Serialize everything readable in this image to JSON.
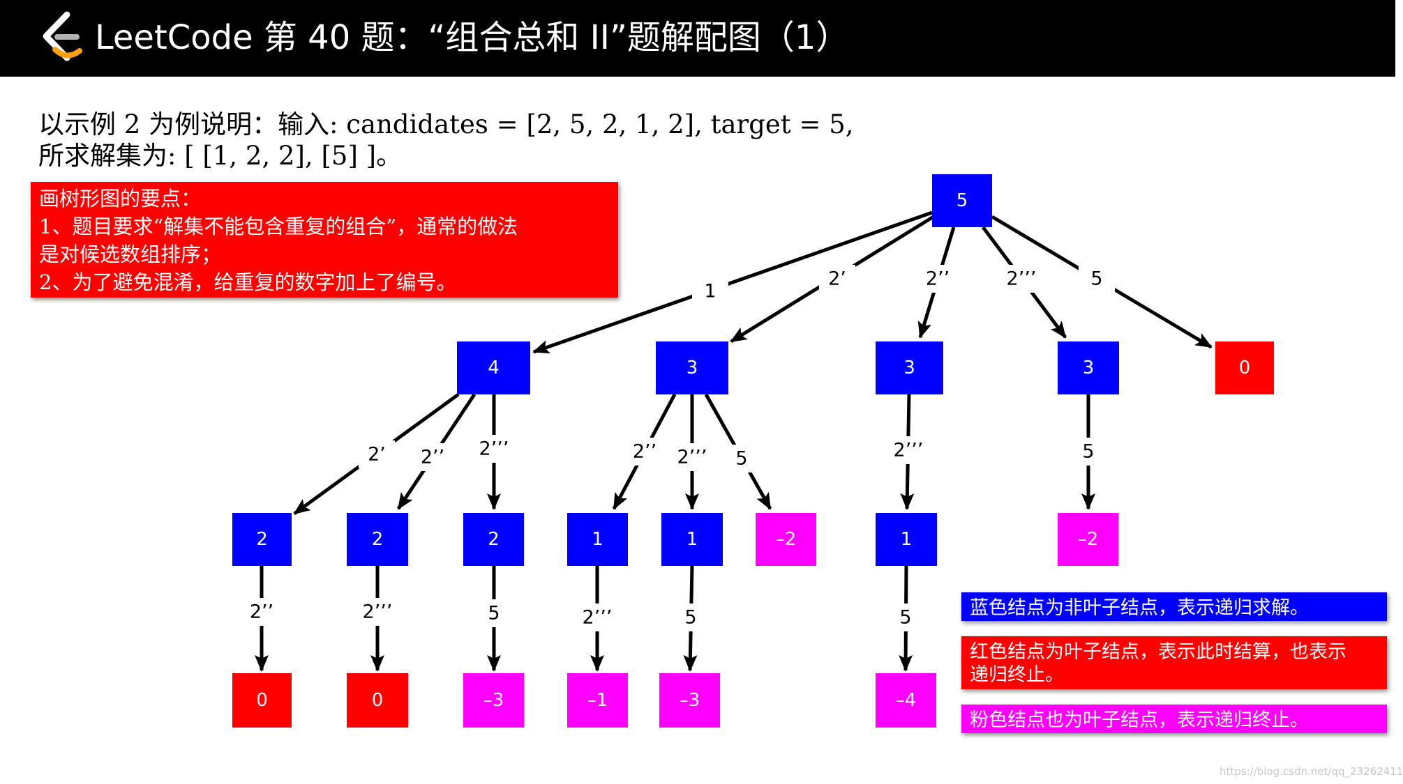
{
  "header": {
    "title": "LeetCode 第 40 题：“组合总和 II”题解配图（1）"
  },
  "intro": {
    "line1": "以示例 2 为例说明：输入: candidates = [2, 5, 2, 1, 2], target = 5,",
    "line2": "所求解集为: [ [1, 2, 2],  [5] ]。"
  },
  "key_points": {
    "line1": "画树形图的要点：",
    "line2": "1、题目要求“解集不能包含重复的组合”，通常的做法",
    "line3": "是对候选数组排序；",
    "line4": "2、为了避免混淆，给重复的数字加上了编号。"
  },
  "legend": {
    "blue": "蓝色结点为非叶子结点，表示递归求解。",
    "red_line1": "红色结点为叶子结点，表示此时结算，也表示",
    "red_line2": "递归终止。",
    "pink": "粉色结点也为叶子结点，表示递归终止。"
  },
  "colors": {
    "internal": "#0000ff",
    "leaf_zero": "#ff0000",
    "leaf_negative": "#ff00ff"
  },
  "tree": {
    "nodes": [
      {
        "id": "root",
        "value": "5",
        "kind": "internal"
      },
      {
        "id": "a",
        "value": "4",
        "kind": "internal"
      },
      {
        "id": "b",
        "value": "3",
        "kind": "internal"
      },
      {
        "id": "c",
        "value": "3",
        "kind": "internal"
      },
      {
        "id": "d",
        "value": "3",
        "kind": "internal"
      },
      {
        "id": "e",
        "value": "0",
        "kind": "zero"
      },
      {
        "id": "a1",
        "value": "2",
        "kind": "internal"
      },
      {
        "id": "a2",
        "value": "2",
        "kind": "internal"
      },
      {
        "id": "a3",
        "value": "2",
        "kind": "internal"
      },
      {
        "id": "b1",
        "value": "1",
        "kind": "internal"
      },
      {
        "id": "b2",
        "value": "1",
        "kind": "internal"
      },
      {
        "id": "b3",
        "value": "–2",
        "kind": "negative"
      },
      {
        "id": "c1",
        "value": "1",
        "kind": "internal"
      },
      {
        "id": "d1",
        "value": "–2",
        "kind": "negative"
      },
      {
        "id": "a1x",
        "value": "0",
        "kind": "zero"
      },
      {
        "id": "a2x",
        "value": "0",
        "kind": "zero"
      },
      {
        "id": "a3x",
        "value": "–3",
        "kind": "negative"
      },
      {
        "id": "b1x",
        "value": "–1",
        "kind": "negative"
      },
      {
        "id": "b2x",
        "value": "–3",
        "kind": "negative"
      },
      {
        "id": "c1x",
        "value": "–4",
        "kind": "negative"
      }
    ],
    "edges": [
      {
        "from": "root",
        "to": "a",
        "label": "1"
      },
      {
        "from": "root",
        "to": "b",
        "label": "2’"
      },
      {
        "from": "root",
        "to": "c",
        "label": "2’’"
      },
      {
        "from": "root",
        "to": "d",
        "label": "2’’’"
      },
      {
        "from": "root",
        "to": "e",
        "label": "5"
      },
      {
        "from": "a",
        "to": "a1",
        "label": "2’"
      },
      {
        "from": "a",
        "to": "a2",
        "label": "2’’"
      },
      {
        "from": "a",
        "to": "a3",
        "label": "2’’’"
      },
      {
        "from": "b",
        "to": "b1",
        "label": "2’’"
      },
      {
        "from": "b",
        "to": "b2",
        "label": "2’’’"
      },
      {
        "from": "b",
        "to": "b3",
        "label": "5"
      },
      {
        "from": "c",
        "to": "c1",
        "label": "2’’’"
      },
      {
        "from": "d",
        "to": "d1",
        "label": "5"
      },
      {
        "from": "a1",
        "to": "a1x",
        "label": "2’’"
      },
      {
        "from": "a2",
        "to": "a2x",
        "label": "2’’’"
      },
      {
        "from": "a3",
        "to": "a3x",
        "label": "5"
      },
      {
        "from": "b1",
        "to": "b1x",
        "label": "2’’’"
      },
      {
        "from": "b2",
        "to": "b2x",
        "label": "5"
      },
      {
        "from": "c1",
        "to": "c1x",
        "label": "5"
      }
    ]
  },
  "watermark": "https://blog.csdn.net/qq_23262411"
}
